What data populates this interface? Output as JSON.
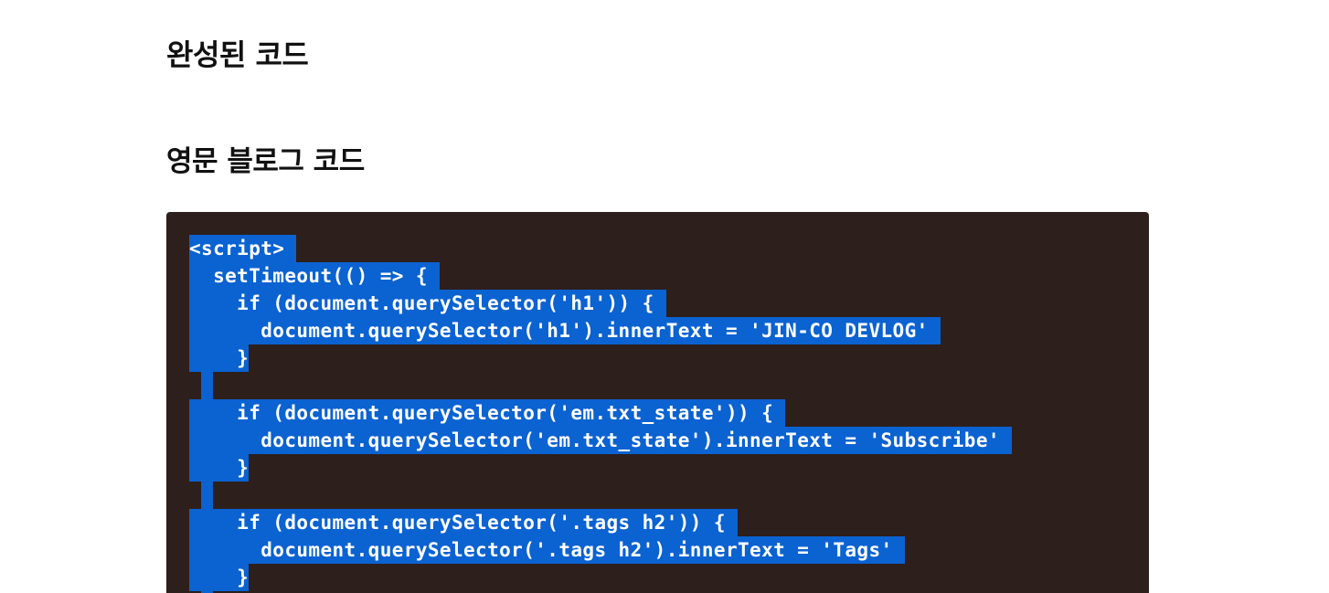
{
  "headings": {
    "main": "완성된 코드",
    "sub": "영문 블로그 코드"
  },
  "code": {
    "lines": [
      "<script> ",
      "  setTimeout(() => { ",
      "    if (document.querySelector('h1')) { ",
      "      document.querySelector('h1').innerText = 'JIN-CO DEVLOG' ",
      "    }",
      "",
      "    if (document.querySelector('em.txt_state')) { ",
      "      document.querySelector('em.txt_state').innerText = 'Subscribe' ",
      "    }",
      "",
      "    if (document.querySelector('.tags h2')) { ",
      "      document.querySelector('.tags h2').innerText = 'Tags' ",
      "    }",
      ""
    ]
  },
  "colors": {
    "code_background": "#2d1f1c",
    "selection": "#0b62d1",
    "code_text": "#ffffff"
  }
}
